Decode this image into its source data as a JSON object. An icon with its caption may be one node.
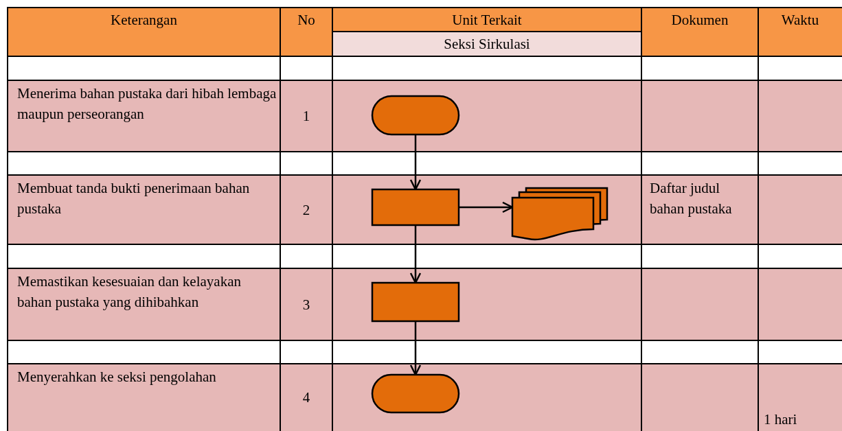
{
  "diagram": {
    "nodes": [
      {
        "text": [],
        "shape": "terminator"
      },
      {
        "text": [],
        "shape": "box"
      },
      {
        "text": [],
        "shape": "document"
      },
      {
        "text": [],
        "shape": "box"
      },
      {
        "text": [],
        "shape": "terminator"
      }
    ],
    "edges": [
      {
        "from": 0,
        "to": 1,
        "arrow": "to"
      },
      {
        "from": 1,
        "to": 2,
        "arrow": "to"
      },
      {
        "from": 1,
        "to": 3,
        "arrow": "to"
      },
      {
        "from": 3,
        "to": 4,
        "arrow": "to"
      }
    ],
    "labels": [
      "Keterangan",
      "No",
      "Unit Terkait",
      "Dokumen",
      "Waktu",
      "Seksi Sirkulasi",
      "Menerima bahan pustaka dari hibah lembaga maupun perseorangan",
      "1",
      "Membuat tanda bukti penerimaan bahan pustaka",
      "2",
      "Daftar judul bahan pustaka",
      "Memastikan kesesuaian dan kelayakan bahan pustaka yang dihibahkan",
      "3",
      "Menyerahkan ke seksi pengolahan",
      "4",
      "1 hari"
    ]
  }
}
